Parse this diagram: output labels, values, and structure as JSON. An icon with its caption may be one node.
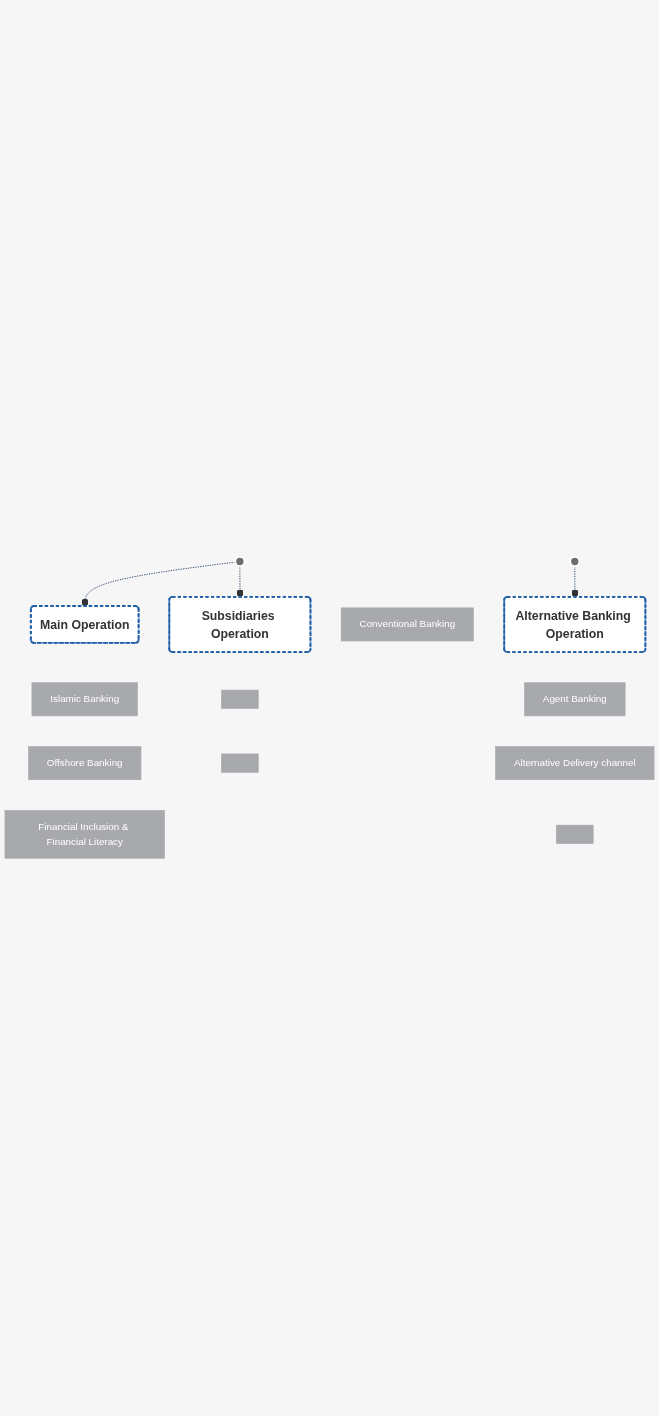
{
  "diagram": {
    "nodes": [
      {
        "text": [],
        "shape": "circle"
      },
      {
        "text": [],
        "shape": "circle"
      },
      {
        "text": [
          "Conventional Banking"
        ]
      },
      {
        "text": [
          "Main Operation"
        ]
      },
      {
        "text": [
          "Islamic Banking"
        ]
      },
      {
        "text": [
          "Offshore Banking"
        ]
      },
      {
        "text": [
          "Financial Inclusion & Financial Literacy"
        ]
      },
      {
        "text": [
          "Alternative Banking Operation"
        ]
      },
      {
        "text": [
          "Agent Banking"
        ]
      },
      {
        "text": [
          "Alternative Delivery channel"
        ]
      },
      {
        "text": [],
        "shape": "box"
      },
      {
        "text": [
          "Subsidiaries Operation"
        ]
      },
      {
        "text": [],
        "shape": "box"
      },
      {
        "text": [],
        "shape": "box"
      }
    ],
    "edges": [
      {
        "from": 0,
        "to": 3,
        "arrow": "other",
        "style": "dashed"
      },
      {
        "from": 1,
        "to": 7,
        "arrow": "other",
        "style": "dashed"
      },
      {
        "from": 0,
        "to": 11,
        "arrow": "other",
        "style": "dashed"
      }
    ]
  }
}
